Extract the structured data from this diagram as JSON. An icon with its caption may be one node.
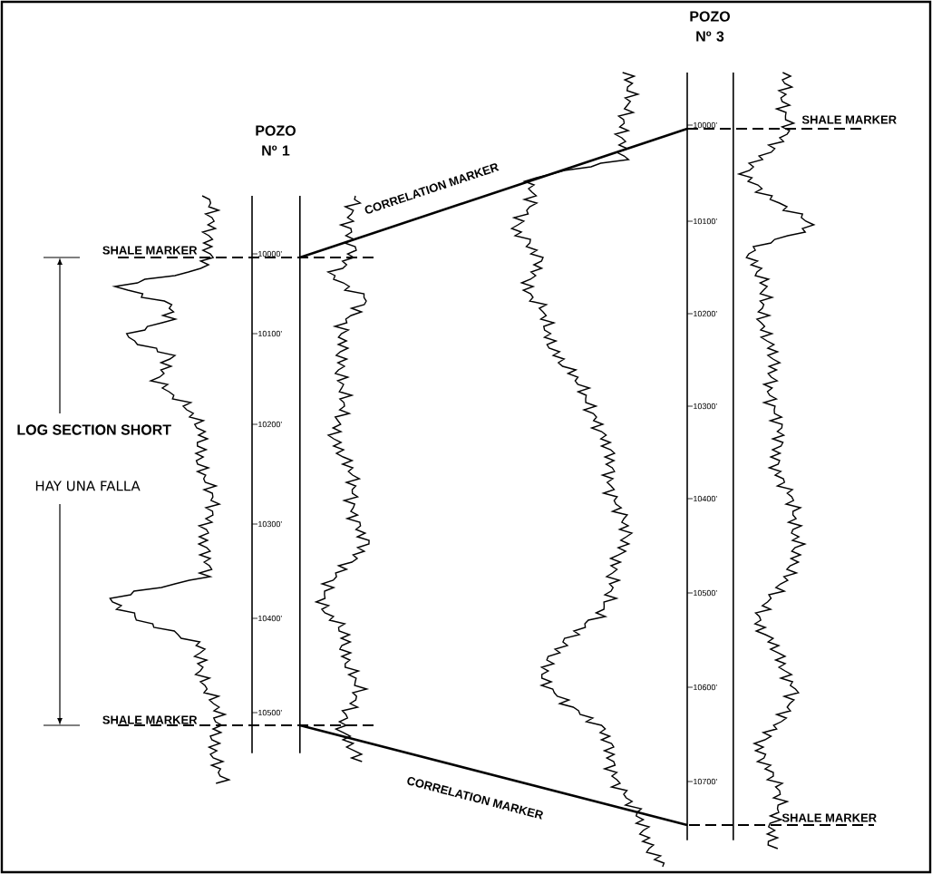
{
  "diagram": {
    "nodes": [
      {
        "text": [
          "POZO Nº 1",
          "10000'",
          "10100'",
          "10200'",
          "10300'",
          "10400'",
          "10500'"
        ]
      },
      {
        "text": [
          "POZO Nº 3",
          "10000'",
          "10100'",
          "10200'",
          "10300'",
          "10400'",
          "10500'",
          "10600'",
          "10700'"
        ]
      }
    ],
    "edges": [
      {
        "from": 0,
        "to": 1,
        "arrow": "none",
        "label": "CORRELATION MARKER"
      },
      {
        "from": 0,
        "to": 1,
        "arrow": "none",
        "label": "CORRELATION MARKER"
      }
    ],
    "labels": [
      "SHALE MARKER",
      "SHALE MARKER",
      "LOG SECTION SHORT",
      "HAY UNA FALLA",
      "SHALE MARKER",
      "SHALE MARKER"
    ]
  }
}
